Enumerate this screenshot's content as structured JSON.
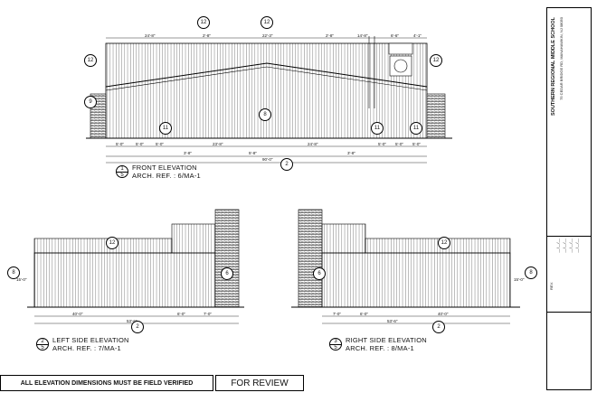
{
  "drawing": {
    "elevations": [
      {
        "number": "1",
        "sheet": "5",
        "title": "FRONT ELEVATION",
        "ref": "ARCH. REF. : 6/MA-1"
      },
      {
        "number": "2",
        "sheet": "5",
        "title": "LEFT SIDE ELEVATION",
        "ref": "ARCH. REF. : 7/MA-1"
      },
      {
        "number": "3",
        "sheet": "5",
        "title": "RIGHT SIDE ELEVATION",
        "ref": "ARCH. REF. : 8/MA-1"
      }
    ],
    "front_dims_top": [
      "24'-8\"",
      "2'-8\"",
      "22'-3\"",
      "2'-8\"",
      "14'-8\"",
      "6'-6\"",
      "4'-1\""
    ],
    "front_dims_bottom": [
      "5'-0\"",
      "5'-0\"",
      "5'-0\"",
      "23'-8\"",
      "24'-8\"",
      "5'-0\"",
      "5'-0\"",
      "5'-0\""
    ],
    "front_dims_bottom2": [
      "3'-8\"",
      "5'-8\"",
      "3'-8\""
    ],
    "front_overall": "90'-0\"",
    "left_dims": [
      "40'-0\"",
      "6'-0\"",
      "7'-0\""
    ],
    "left_overall": "53'-6\"",
    "right_dims": [
      "7'-0\"",
      "6'-0\"",
      "40'-0\""
    ],
    "right_overall": "53'-6\"",
    "side_heights": [
      "15'-0\"",
      "15'-0\""
    ],
    "bubble_codes": [
      "12",
      "11",
      "9",
      "8",
      "2",
      "6"
    ]
  },
  "footer": {
    "notice": "ALL ELEVATION DIMENSIONS MUST BE FIELD VERIFIED",
    "status": "FOR REVIEW"
  },
  "title_block": {
    "project": "SOUTHERN REGIONAL MIDDLE SCHOOL",
    "address": "75 CEDAR BRIDGE RD, MANAHAWKIN, NJ 08050",
    "revision_header": [
      "REV.",
      "DATE:"
    ],
    "revision_dates": [
      "__/__/__",
      "__/__/__",
      "__/__/__",
      "__/__/__"
    ]
  }
}
